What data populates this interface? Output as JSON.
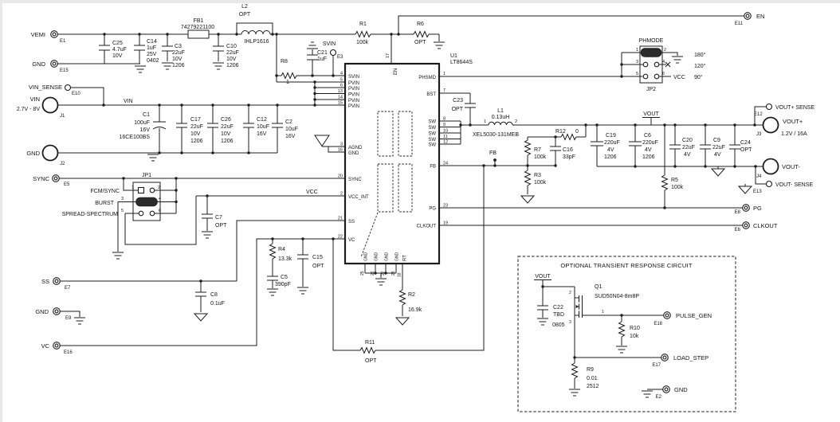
{
  "terminals": {
    "e1": {
      "label": "VEMI",
      "ref": "E1"
    },
    "e15": {
      "label": "GND",
      "ref": "E15"
    },
    "e10": {
      "label": "VIN_SENSE",
      "ref": "E10"
    },
    "j1": {
      "label": "VIN",
      "sub": "2.7V - 8V",
      "ref": "J1"
    },
    "j2": {
      "label": "GND",
      "ref": "J2"
    },
    "e5": {
      "label": "SYNC",
      "ref": "E5"
    },
    "e7": {
      "label": "SS",
      "ref": "E7"
    },
    "e9": {
      "label": "GND",
      "ref": "E9"
    },
    "e16": {
      "label": "VC",
      "ref": "E16"
    },
    "e11": {
      "label": "EN",
      "ref": "E11"
    },
    "e3": {
      "label": "SVIN",
      "ref": "E3"
    },
    "e12": {
      "label": "VOUT+ SENSE",
      "ref": "E12"
    },
    "j3": {
      "label": "VOUT+",
      "sub": "1.2V / 16A",
      "ref": "J3"
    },
    "j4": {
      "label": "VOUT-",
      "ref": "J4"
    },
    "e13": {
      "label": "VOUT- SENSE",
      "ref": "E13"
    },
    "e8": {
      "label": "PG",
      "ref": "E8"
    },
    "e6": {
      "label": "CLKOUT",
      "ref": "E6"
    },
    "e18": {
      "label": "PULSE_GEN",
      "ref": "E18"
    },
    "e17": {
      "label": "LOAD_STEP",
      "ref": "E17"
    },
    "e2": {
      "label": "GND",
      "ref": "E2"
    }
  },
  "components": {
    "c25": {
      "ref": "C25",
      "l1": "4.7uF",
      "l2": "10V"
    },
    "c14": {
      "ref": "C14",
      "l1": "1uF",
      "l2": "25V",
      "l3": "0402"
    },
    "c3": {
      "ref": "C3",
      "l1": "22uF",
      "l2": "10V",
      "l3": "1206"
    },
    "fb1": {
      "ref": "FB1",
      "l1": "74279221100"
    },
    "c10": {
      "ref": "C10",
      "l1": "22uF",
      "l2": "10V",
      "l3": "1206"
    },
    "l2": {
      "ref": "L2",
      "l1": "OPT",
      "l2": "IHLP1616"
    },
    "c1": {
      "ref": "C1",
      "l1": "100uF",
      "l2": "16V",
      "l3": "16CE100BS"
    },
    "c17": {
      "ref": "C17",
      "l1": "22uF",
      "l2": "10V",
      "l3": "1206"
    },
    "c26": {
      "ref": "C26",
      "l1": "22uF",
      "l2": "10V",
      "l3": "1206"
    },
    "c12": {
      "ref": "C12",
      "l1": "10uF",
      "l2": "16V"
    },
    "c2": {
      "ref": "C2",
      "l1": "10uF",
      "l2": "16V"
    },
    "c21": {
      "ref": "C21",
      "l1": "1uF"
    },
    "r8": {
      "ref": "R8",
      "l1": "1"
    },
    "r1": {
      "ref": "R1",
      "l1": "100k"
    },
    "r6": {
      "ref": "R6",
      "l1": "OPT"
    },
    "c23": {
      "ref": "C23",
      "l1": "OPT"
    },
    "l1": {
      "ref": "L1",
      "l1": "0.13uH",
      "l2": "XEL5030-131MEB",
      "p1": "1",
      "p2": "2"
    },
    "r12": {
      "ref": "R12",
      "l1": "0"
    },
    "r7": {
      "ref": "R7",
      "l1": "100k"
    },
    "c16": {
      "ref": "C16",
      "l1": "33pF"
    },
    "r3": {
      "ref": "R3",
      "l1": "100k"
    },
    "c19": {
      "ref": "C19",
      "l1": "220uF",
      "l2": "4V",
      "l3": "1206"
    },
    "c6": {
      "ref": "C6",
      "l1": "220uF",
      "l2": "4V",
      "l3": "1206"
    },
    "c20": {
      "ref": "C20",
      "l1": "22uF",
      "l2": "4V"
    },
    "c9": {
      "ref": "C9",
      "l1": "22uF",
      "l2": "4V"
    },
    "c24": {
      "ref": "C24",
      "l1": "OPT"
    },
    "r5": {
      "ref": "R5",
      "l1": "100k"
    },
    "c7": {
      "ref": "C7",
      "l1": "OPT"
    },
    "r4": {
      "ref": "R4",
      "l1": "13.3k"
    },
    "c15": {
      "ref": "C15",
      "l1": "OPT"
    },
    "c5": {
      "ref": "C5",
      "l1": "390pF"
    },
    "c8": {
      "ref": "C8",
      "l1": "0.1uF"
    },
    "r2": {
      "ref": "R2",
      "l1": "16.9k"
    },
    "r11": {
      "ref": "R11",
      "l1": "OPT"
    },
    "r9": {
      "ref": "R9",
      "l1": "0.01",
      "l2": "2512"
    },
    "r10": {
      "ref": "R10",
      "l1": "10k"
    },
    "c22": {
      "ref": "C22",
      "l1": "TBD",
      "l2": "0805"
    },
    "q1": {
      "ref": "Q1",
      "l1": "SUD50N04-8m8P",
      "p1": "1",
      "p2": "2",
      "p3": "3"
    }
  },
  "ic": {
    "ref": "U1",
    "part": "LT8644S",
    "left_pins": [
      {
        "n": "4",
        "name": "SVIN"
      },
      {
        "n": "5",
        "name": "PVIN"
      },
      {
        "n": "6",
        "name": "PVIN"
      },
      {
        "n": "13",
        "name": "PVIN"
      },
      {
        "n": "14",
        "name": "PVIN"
      },
      {
        "n": "15",
        "name": "PVIN"
      },
      {
        "n": "3",
        "name": "AGND"
      },
      {
        "n": "16",
        "name": "GND"
      },
      {
        "n": "20",
        "name": "SYNC"
      },
      {
        "n": "2",
        "name": "VCC_INT"
      },
      {
        "n": "21",
        "name": "SS"
      },
      {
        "n": "22",
        "name": "VC"
      }
    ],
    "right_pins": [
      {
        "n": "1",
        "name": "PHSMD"
      },
      {
        "n": "7",
        "name": "BST"
      },
      {
        "n": "8",
        "name": "SW"
      },
      {
        "n": "9",
        "name": "SW"
      },
      {
        "n": "10",
        "name": "SW"
      },
      {
        "n": "11",
        "name": "SW"
      },
      {
        "n": "12",
        "name": "SW"
      },
      {
        "n": "24",
        "name": "FB"
      },
      {
        "n": "23",
        "name": "PG"
      },
      {
        "n": "19",
        "name": "CLKOUT"
      }
    ],
    "top_pin": {
      "n": "17",
      "name": "EN"
    },
    "bottom_pins": [
      {
        "n": "25",
        "name": "GND"
      },
      {
        "n": "26",
        "name": "GND"
      },
      {
        "n": "27",
        "name": "GND"
      },
      {
        "n": "28",
        "name": "GND"
      },
      {
        "n": "18",
        "name": "RT"
      }
    ]
  },
  "jumpers": {
    "jp1": {
      "title": "JP1",
      "row1": "FCM/SYNC",
      "row2": "BURST",
      "row3": "SPREAD-SPECTRUM",
      "p1": "1",
      "p2": "2",
      "p3": "3",
      "p4": "4",
      "p5": "5",
      "p6": "6"
    },
    "jp2": {
      "title": "PHMODE",
      "ref": "JP2",
      "opt1": "180°",
      "opt2": "120°",
      "opt3": "90°",
      "vcc": "VCC",
      "p1": "1",
      "p2": "2",
      "p3": "3",
      "p4": "4",
      "p5": "5",
      "p6": "6"
    }
  },
  "nets": {
    "vin": "VIN",
    "svin": "SVIN",
    "vcc": "VCC",
    "vout": "VOUT",
    "fb": "FB",
    "vout_box": "VOUT"
  },
  "box_title": "OPTIONAL TRANSIENT RESPONSE CIRCUIT"
}
